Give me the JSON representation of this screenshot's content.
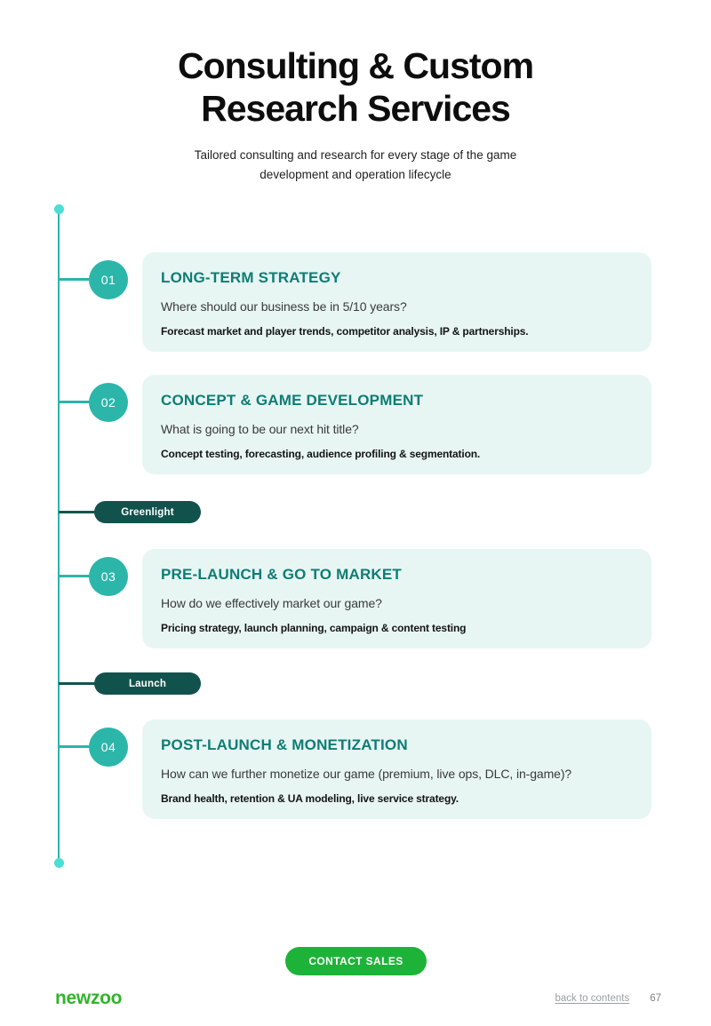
{
  "header": {
    "title_line1": "Consulting & Custom",
    "title_line2": "Research Services",
    "subtitle": "Tailored consulting and research for every stage of the game development and operation lifecycle"
  },
  "timeline": {
    "stages": [
      {
        "number": "01",
        "title": "LONG-TERM STRATEGY",
        "question": "Where should our business be in 5/10 years?",
        "detail": "Forecast market and player trends, competitor analysis, IP & partnerships."
      },
      {
        "number": "02",
        "title": "CONCEPT & GAME DEVELOPMENT",
        "question": "What is going to be our next hit title?",
        "detail": "Concept testing, forecasting, audience profiling & segmentation."
      },
      {
        "number": "03",
        "title": "PRE-LAUNCH & GO TO MARKET",
        "question": "How do we effectively market our game?",
        "detail": "Pricing strategy, launch planning, campaign & content testing"
      },
      {
        "number": "04",
        "title": "POST-LAUNCH & MONETIZATION",
        "question": "How can we further monetize our game (premium, live ops, DLC, in-game)?",
        "detail": "Brand health, retention & UA modeling, live service strategy."
      }
    ],
    "milestones": [
      {
        "label": "Greenlight"
      },
      {
        "label": "Launch"
      }
    ]
  },
  "footer": {
    "cta_label": "CONTACT SALES",
    "logo_text": "newzoo",
    "back_link": "back to contents",
    "page_number": "67"
  },
  "colors": {
    "timeline_teal": "#2BB5A9",
    "timeline_dot": "#4ADFD2",
    "card_background": "#E7F6F3",
    "card_heading": "#0E7D74",
    "milestone_pill": "#12524C",
    "cta_green": "#1DB339",
    "logo_green": "#2FB52B"
  }
}
